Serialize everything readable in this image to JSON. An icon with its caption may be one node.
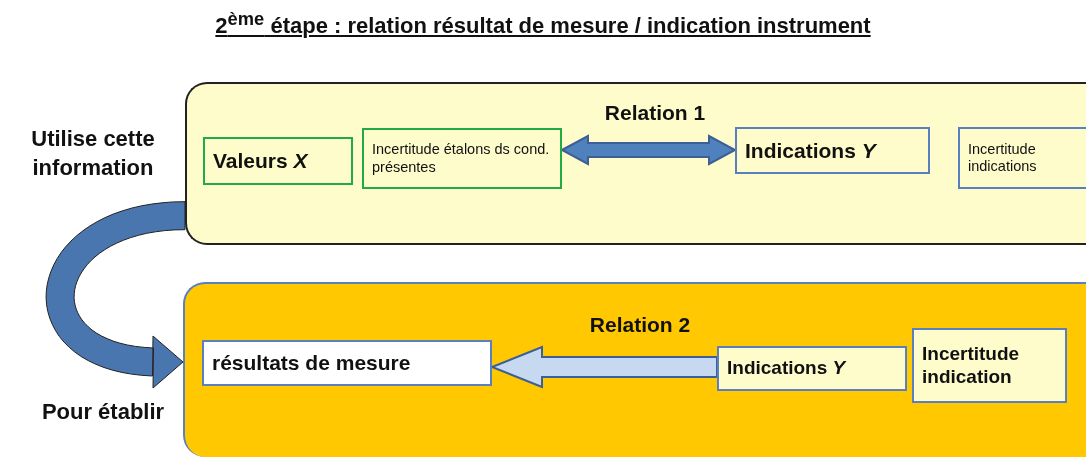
{
  "diagram": {
    "title": "2$^{ème}$ étape : relation résultat de mesure / indication instrument",
    "nodes": [
      {
        "text": [],
        "shape": "box"
      },
      {
        "text": [
          "Valeurs *X*"
        ],
        "in": 0
      },
      {
        "text": [
          "Incertitude étalons ds cond. présentes"
        ],
        "in": 0
      },
      {
        "text": [
          "Indications *Y*"
        ],
        "in": 0
      },
      {
        "text": [
          "Incertitude indications"
        ],
        "in": 0
      },
      {
        "text": [],
        "shape": "box"
      },
      {
        "text": [
          "résultats de mesure"
        ],
        "in": 5
      },
      {
        "text": [
          "Indications *Y*"
        ],
        "in": 5
      },
      {
        "text": [
          "Incertitude indication"
        ],
        "in": 5
      }
    ],
    "edges": [
      {
        "from": 0,
        "to": 5,
        "arrow": "to",
        "style": "thick",
        "color": "#4a76b0"
      },
      {
        "from": 2,
        "to": 3,
        "label": "Relation 1",
        "arrow": "both",
        "style": "thick",
        "color": "#4f81bd"
      },
      {
        "from": 7,
        "to": 6,
        "label": "Relation 2",
        "arrow": "to",
        "style": "thick",
        "color": "#c6d9f1"
      }
    ],
    "labels": [
      "Utilise cette information",
      "Pour établir"
    ]
  }
}
